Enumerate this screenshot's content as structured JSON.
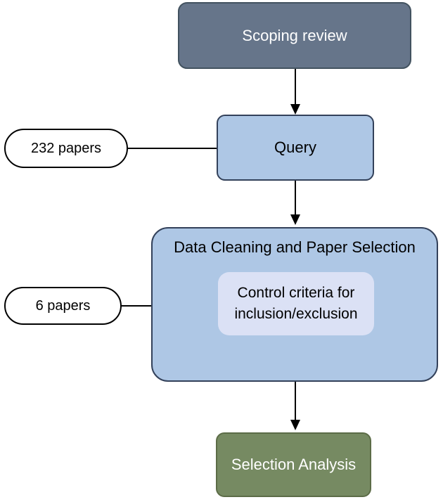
{
  "nodes": {
    "scoping_review": {
      "label": "Scoping review"
    },
    "query": {
      "label": "Query"
    },
    "data_cleaning": {
      "label": "Data Cleaning and Paper Selection"
    },
    "control_criteria": {
      "label": "Control criteria for inclusion/exclusion"
    },
    "selection_analysis": {
      "label": "Selection Analysis"
    }
  },
  "annotations": {
    "papers_232": {
      "label": "232 papers"
    },
    "papers_6": {
      "label": "6 papers"
    }
  },
  "edges": [
    {
      "from": "scoping_review",
      "to": "query",
      "type": "arrow"
    },
    {
      "from": "query",
      "to": "data_cleaning",
      "type": "arrow"
    },
    {
      "from": "data_cleaning",
      "to": "selection_analysis",
      "type": "arrow"
    },
    {
      "from": "papers_232",
      "to": "query",
      "type": "line"
    },
    {
      "from": "papers_6",
      "to": "data_cleaning",
      "type": "line"
    }
  ],
  "colors": {
    "slate_fill": "#66758A",
    "slate_border": "#42525F",
    "blue_fill": "#AEC7E5",
    "blue_border": "#33415A",
    "lavender_fill": "#DBE1F5",
    "green_fill": "#768A62",
    "green_border": "#5C6C47",
    "pill_fill": "#FFFFFF",
    "pill_border": "#000000",
    "line": "#000000",
    "text_dark": "#000000",
    "text_light": "#FFFFFF"
  }
}
